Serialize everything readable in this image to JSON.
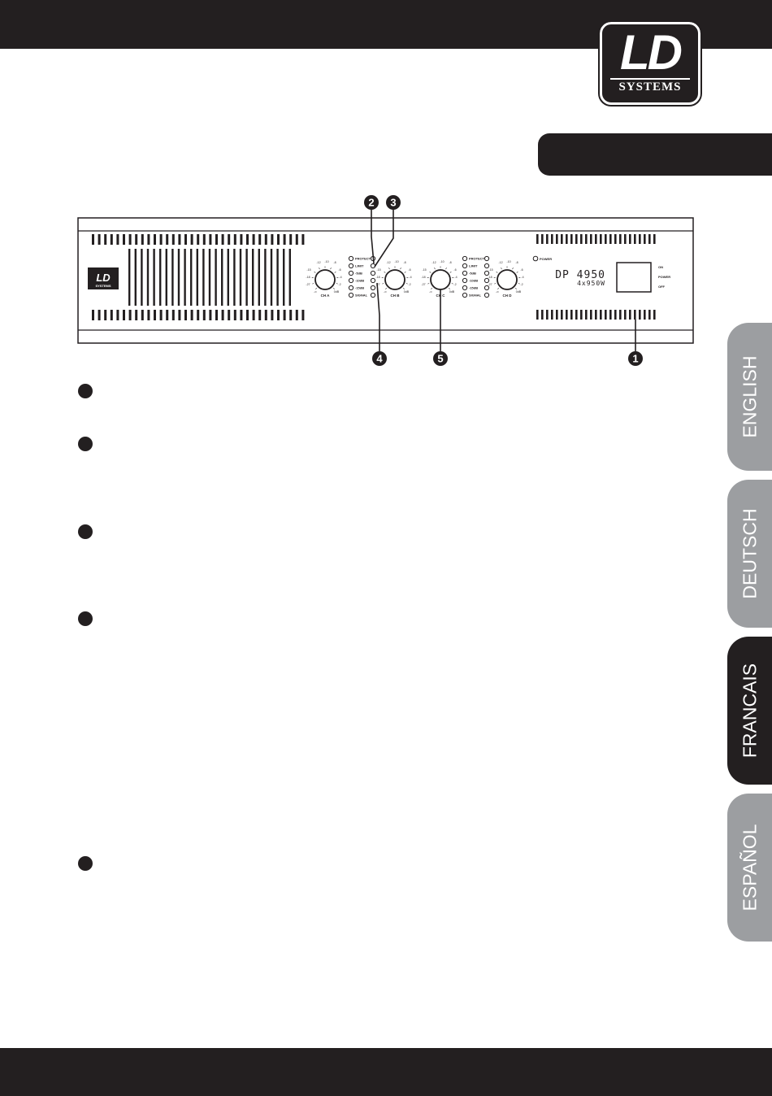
{
  "brand": {
    "logo_main": "LD",
    "logo_sub": "SYSTEMS"
  },
  "device": {
    "model": "DP 4950",
    "power_rating": "4x950W",
    "power_led_label": "POWER",
    "switch_labels": [
      "ON",
      "POWER",
      "OFF"
    ],
    "led_labels": [
      "PROTECT",
      "LIMIT",
      "-5dB",
      "-10dB",
      "-15dB",
      "SIGNAL"
    ],
    "channels": [
      "CH A",
      "CH B",
      "CH C",
      "CH D"
    ],
    "knob_scale": [
      "-12",
      "-10",
      "-8",
      "-6",
      "-4",
      "-2",
      "-15",
      "-18",
      "-27",
      "-∞",
      "0dB"
    ]
  },
  "callouts": [
    "1",
    "2",
    "3",
    "4",
    "5"
  ],
  "language_tabs": [
    {
      "label": "ENGLISH",
      "color": "#9c9ea1",
      "active": false
    },
    {
      "label": "DEUTSCH",
      "color": "#9c9ea1",
      "active": false
    },
    {
      "label": "FRANCAIS",
      "color": "#231f20",
      "active": true
    },
    {
      "label": "ESPAÑOL",
      "color": "#9c9ea1",
      "active": false
    }
  ],
  "colors": {
    "dark": "#231f20",
    "tab_gray": "#9c9ea1"
  }
}
